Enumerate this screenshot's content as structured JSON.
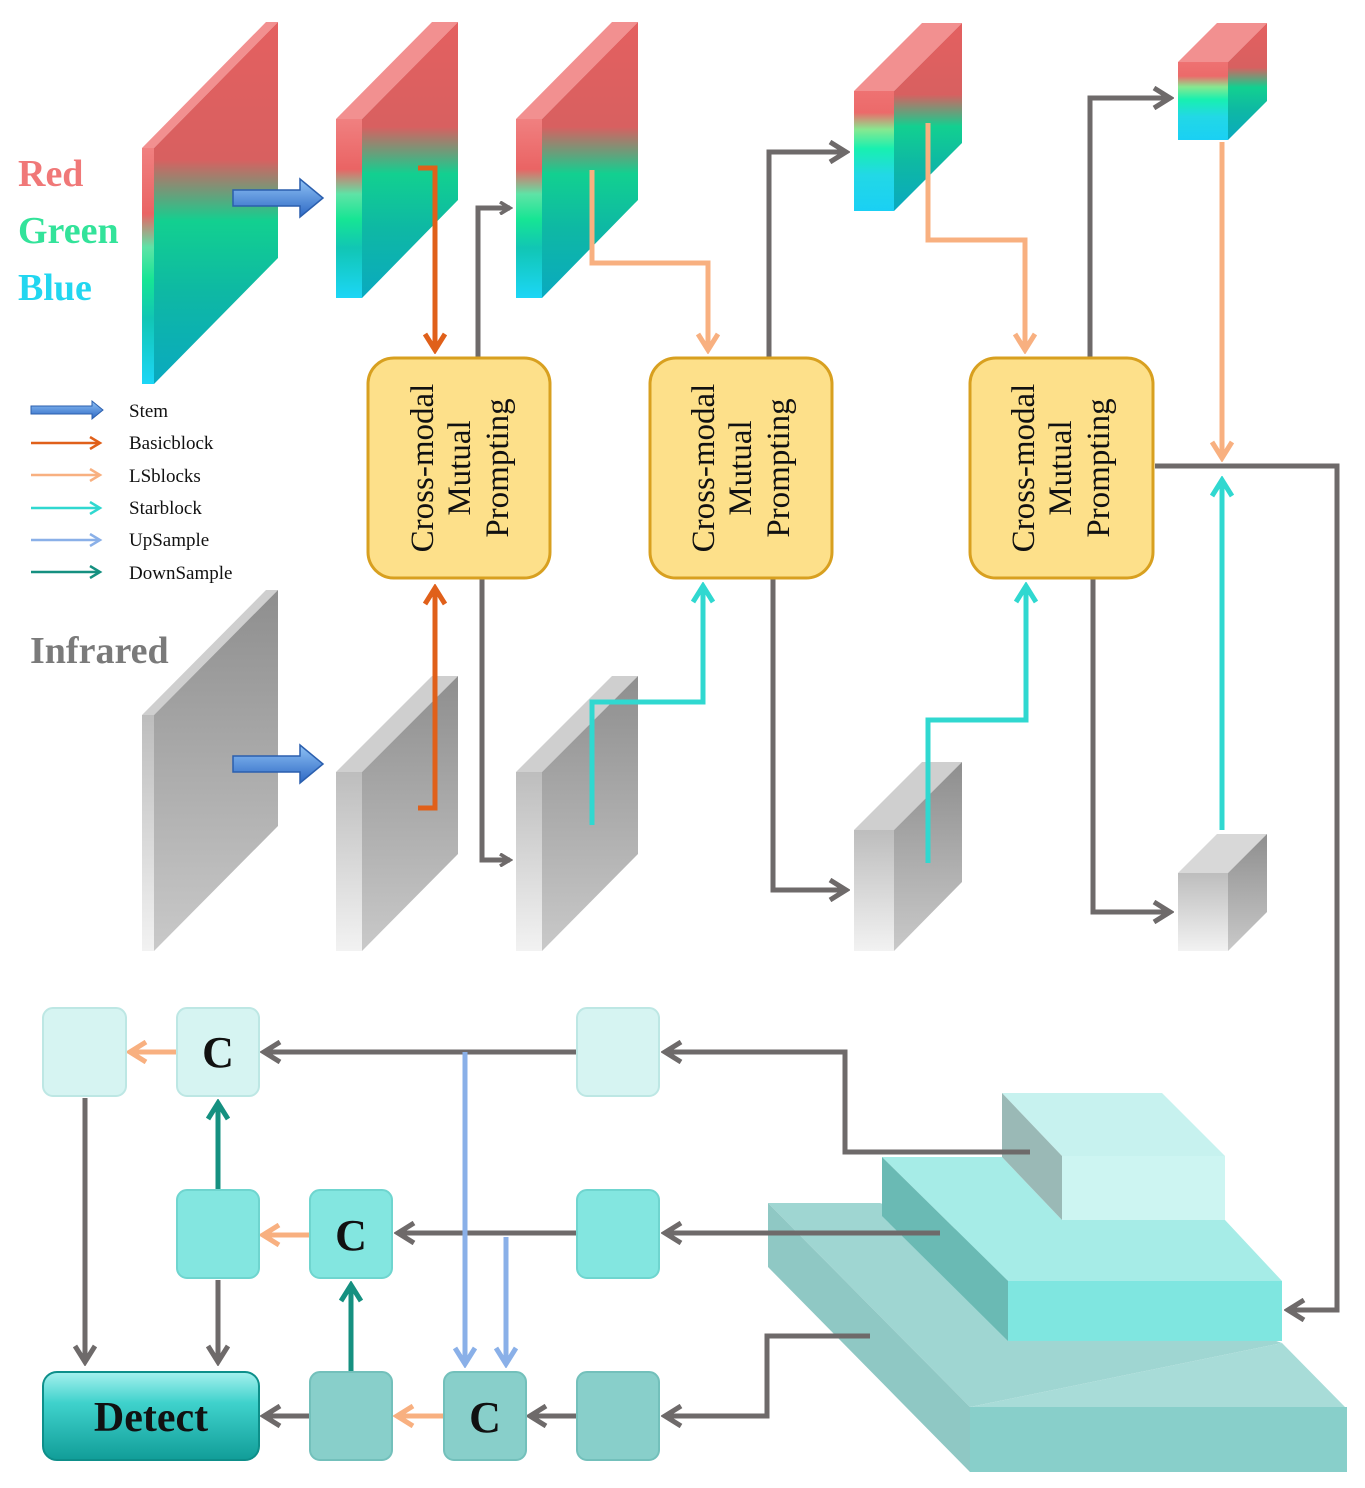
{
  "modalities": {
    "red": "Red",
    "green": "Green",
    "blue": "Blue",
    "infrared": "Infrared"
  },
  "legend": [
    {
      "label": "Stem",
      "color": "#3a74c8"
    },
    {
      "label": "Basicblock",
      "color": "#e0601a"
    },
    {
      "label": "LSblocks",
      "color": "#f8b080"
    },
    {
      "label": "Starblock",
      "color": "#30d8d0"
    },
    {
      "label": "UpSample",
      "color": "#8ab0e8"
    },
    {
      "label": "DownSample",
      "color": "#159080"
    }
  ],
  "modules": [
    {
      "lines": [
        "Cross-modal",
        "Mutual",
        "Prompting"
      ]
    },
    {
      "lines": [
        "Cross-modal",
        "Mutual",
        "Prompting"
      ]
    },
    {
      "lines": [
        "Cross-modal",
        "Mutual",
        "Prompting"
      ]
    }
  ],
  "neck": {
    "concat_label": "C",
    "detect_label": "Detect"
  },
  "colors": {
    "red_text": "#f07878",
    "green_text": "#33e39a",
    "blue_text": "#22d6f0",
    "infrared_text": "#7a7a7a",
    "module_fill": "#fde08a",
    "module_stroke": "#d8a020",
    "flow_gray": "#6e6a6a"
  }
}
